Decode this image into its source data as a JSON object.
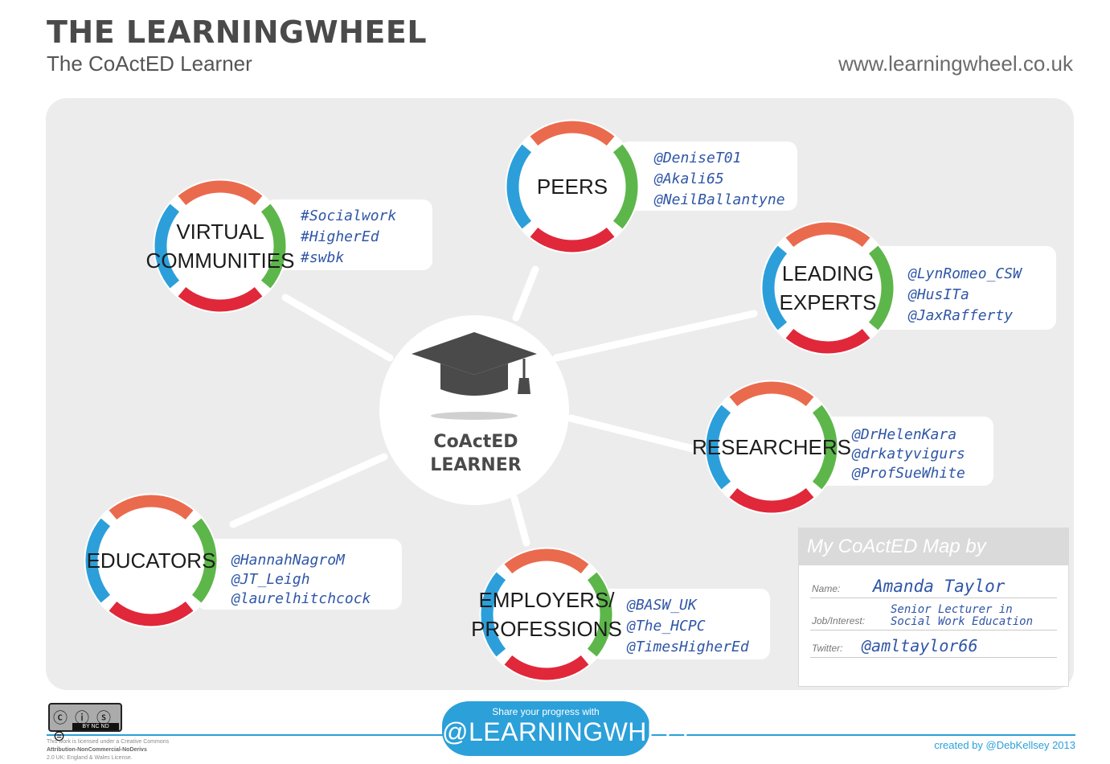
{
  "header": {
    "title": "THE LEARNINGWHEEL",
    "subtitle": "The CoActED Learner",
    "url": "www.learningwheel.co.uk"
  },
  "center": {
    "line1": "CoActED",
    "line2": "LEARNER",
    "icon": "graduation-cap-icon"
  },
  "nodes": [
    {
      "id": "peers",
      "lines": [
        "PEERS"
      ],
      "handles": [
        "@DeniseT01",
        "@Akali65",
        "@NeilBallantyne"
      ]
    },
    {
      "id": "virtual-communities",
      "lines": [
        "VIRTUAL",
        "COMMUNITIES"
      ],
      "handles": [
        "#Socialwork",
        "#HigherEd",
        "#swbk"
      ]
    },
    {
      "id": "leading-experts",
      "lines": [
        "LEADING",
        "EXPERTS"
      ],
      "handles": [
        "@LynRomeo_CSW",
        "@HusITa",
        "@JaxRafferty"
      ]
    },
    {
      "id": "researchers",
      "lines": [
        "RESEARCHERS"
      ],
      "handles": [
        "@DrHelenKara",
        "@drkatyvigurs",
        "@ProfSueWhite"
      ]
    },
    {
      "id": "educators",
      "lines": [
        "EDUCATORS"
      ],
      "handles": [
        "@HannahNagroM",
        "@JT_Leigh",
        "@laurelhitchcock"
      ]
    },
    {
      "id": "employers-professions",
      "lines": [
        "EMPLOYERS/",
        "PROFESSIONS"
      ],
      "handles": [
        "@BASW_UK",
        "@The_HCPC",
        "@TimesHigherEd"
      ]
    }
  ],
  "ring_colors": {
    "top": "#ea6a4e",
    "right": "#5db64a",
    "bottom": "#e0283a",
    "left": "#2c9fdb"
  },
  "profile": {
    "heading": "My CoActED Map by",
    "name_label": "Name:",
    "name_value": "Amanda Taylor",
    "job_label": "Job/Interest:",
    "job_value_line1": "Senior Lecturer in",
    "job_value_line2": "Social Work Education",
    "twitter_label": "Twitter:",
    "twitter_value": "@amltaylor66"
  },
  "footer": {
    "license_line1": "This work is licensed under a Creative Commons",
    "license_line2": "Attribution-NonCommercial-NoDerivs",
    "license_line3": "2.0 UK: England & Wales License.",
    "cc_icons": "cc-by-nc-nd-icon",
    "cc_tags": "BY  NC  ND",
    "share_small": "Share your progress with",
    "share_big": "@LEARNINGWHEEL",
    "credit": "created by @DebKellsey  2013"
  }
}
